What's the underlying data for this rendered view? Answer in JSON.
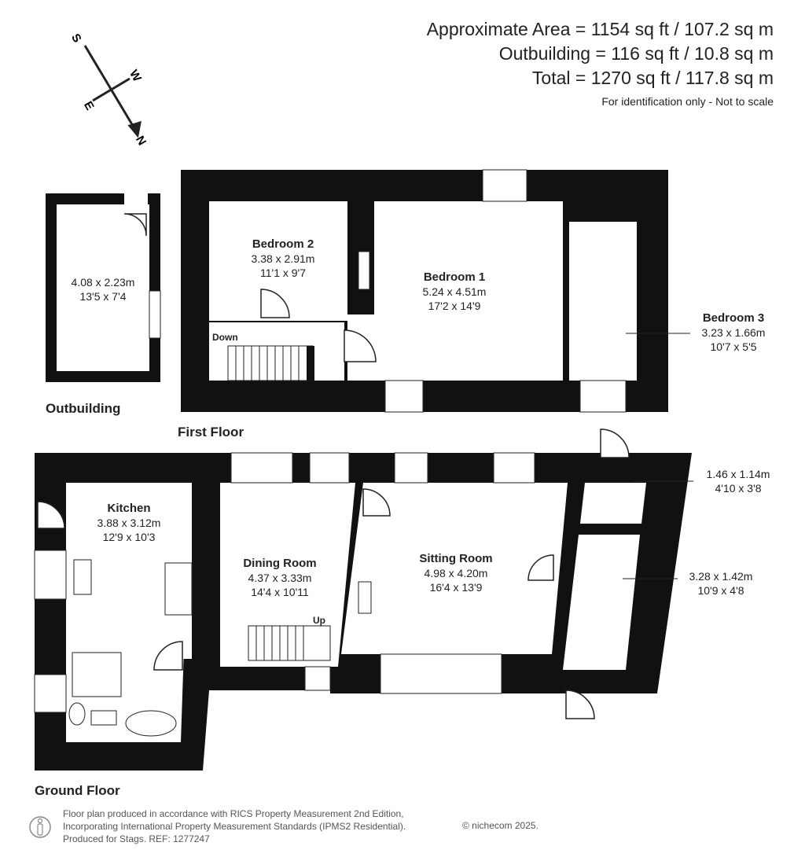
{
  "areas": {
    "approx": "Approximate Area = 1154 sq ft / 107.2 sq m",
    "outbuilding": "Outbuilding = 116 sq ft / 10.8 sq m",
    "total": "Total = 1270 sq ft / 117.8 sq m",
    "note": "For identification only - Not to scale"
  },
  "compass": {
    "s": "S",
    "w": "W",
    "e": "E",
    "n": "N"
  },
  "floors": {
    "outbuilding": "Outbuilding",
    "first": "First Floor",
    "ground": "Ground Floor"
  },
  "rooms": {
    "outbuilding": {
      "metric": "4.08 x 2.23m",
      "imperial": "13'5 x 7'4"
    },
    "bedroom2": {
      "name": "Bedroom 2",
      "metric": "3.38 x 2.91m",
      "imperial": "11'1 x 9'7"
    },
    "bedroom1": {
      "name": "Bedroom 1",
      "metric": "5.24 x 4.51m",
      "imperial": "17'2 x 14'9"
    },
    "bedroom3": {
      "name": "Bedroom 3",
      "metric": "3.23 x 1.66m",
      "imperial": "10'7 x 5'5"
    },
    "kitchen": {
      "name": "Kitchen",
      "metric": "3.88 x 3.12m",
      "imperial": "12'9 x 10'3"
    },
    "dining": {
      "name": "Dining Room",
      "metric": "4.37 x 3.33m",
      "imperial": "14'4 x 10'11"
    },
    "sitting": {
      "name": "Sitting Room",
      "metric": "4.98 x 4.20m",
      "imperial": "16'4 x 13'9"
    },
    "store1": {
      "metric": "1.46 x 1.14m",
      "imperial": "4'10 x 3'8"
    },
    "store2": {
      "metric": "3.28 x 1.42m",
      "imperial": "10'9 x 4'8"
    }
  },
  "stairs": {
    "down": "Down",
    "up": "Up"
  },
  "footer": {
    "line1": "Floor plan produced in accordance with RICS Property Measurement 2nd Edition,",
    "line2": "Incorporating International Property Measurement Standards (IPMS2 Residential).",
    "line3": "Produced for Stags.   REF: 1277247",
    "copyright": "© nichecom 2025."
  }
}
